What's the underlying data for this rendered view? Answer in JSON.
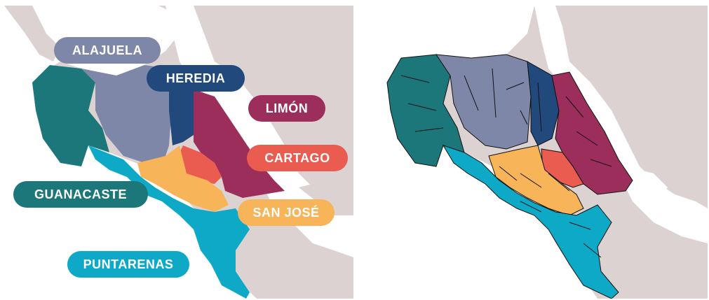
{
  "colors": {
    "background_land": "#ddd2d2",
    "sea": "#ffffff",
    "alajuela": "#7e87a8",
    "heredia": "#22497b",
    "limon": "#9c2e5b",
    "cartago": "#ea5b50",
    "san_jose": "#f8b458",
    "guanacaste": "#1c777a",
    "puntarenas": "#0ea9c6",
    "district_border": "#111111"
  },
  "provinces": [
    {
      "key": "alajuela",
      "label": "ALAJUELA",
      "color": "#7e87a8"
    },
    {
      "key": "heredia",
      "label": "HEREDIA",
      "color": "#22497b"
    },
    {
      "key": "limon",
      "label": "LIMÓN",
      "color": "#9c2e5b"
    },
    {
      "key": "cartago",
      "label": "CARTAGO",
      "color": "#ea5b50"
    },
    {
      "key": "guanacaste",
      "label": "GUANACASTE",
      "color": "#1c777a"
    },
    {
      "key": "san_jose",
      "label": "SAN JOSÉ",
      "color": "#f8b458"
    },
    {
      "key": "puntarenas",
      "label": "PUNTARENAS",
      "color": "#0ea9c6"
    }
  ]
}
